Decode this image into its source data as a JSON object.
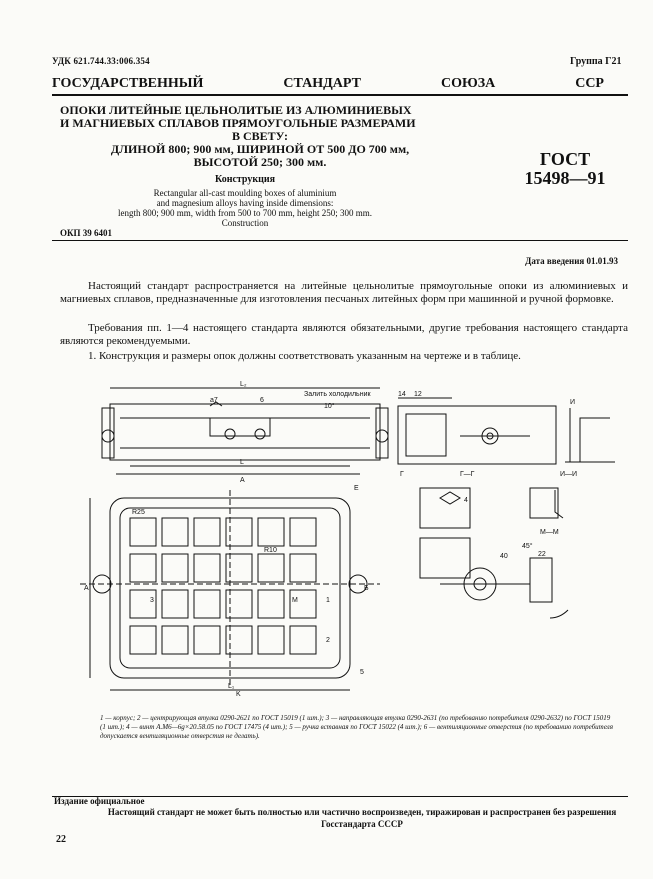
{
  "header": {
    "udk": "УДК 621.744.33:006.354",
    "group": "Группа Г21",
    "state_standard_words": [
      "ГОСУДАРСТВЕННЫЙ",
      "СТАНДАРТ",
      "СОЮЗА",
      "ССР"
    ]
  },
  "title": {
    "lines": [
      "ОПОКИ ЛИТЕЙНЫЕ ЦЕЛЬНОЛИТЫЕ ИЗ АЛЮМИНИЕВЫХ",
      "И МАГНИЕВЫХ СПЛАВОВ ПРЯМОУГОЛЬНЫЕ РАЗМЕРАМИ",
      "В СВЕТУ:",
      "ДЛИНОЙ 800; 900 мм, ШИРИНОЙ ОТ 500 ДО 700 мм,",
      "ВЫСОТОЙ 250; 300 мм."
    ],
    "subtitle": "Конструкция",
    "english_lines": [
      "Rectangular all-cast moulding boxes of aluminium",
      "and magnesium alloys having inside dimensions:",
      "length 800; 900 mm, width from 500 to 700 mm, height 250; 300 mm.",
      "Construction"
    ],
    "gost_label": "ГОСТ",
    "gost_number": "15498—91",
    "okp": "ОКП 39 6401"
  },
  "intro_date": "Дата введения 01.01.93",
  "paragraphs": [
    "Настоящий стандарт распространяется на литейные цельнолитые прямоугольные опоки из алюминиевых и магниевых сплавов, предназначенные для изготовления песчаных литейных форм при машинной и ручной формовке.",
    "Требования пп. 1—4 настоящего стандарта являются обязательными, другие требования настоящего стандарта являются рекомендуемыми.",
    "1. Конструкция и размеры опок должны соответствовать указанным на чертеже и в таблице."
  ],
  "drawing": {
    "labels": {
      "chill": "Залить холодильник",
      "section_gg": "Г—Г",
      "section_ii": "И—И",
      "section_mm": "М—М",
      "L2": "L₂",
      "L": "L",
      "A": "A",
      "L1": "L₁",
      "K": "K",
      "E": "E",
      "B": "Б",
      "I": "И",
      "G": "Г",
      "M": "М",
      "Ab": "А",
      "R25": "R25",
      "R10": "R10",
      "a7": "а7",
      "n6": "6",
      "n5": "5",
      "n4": "4",
      "n1": "1",
      "n2": "2",
      "n3": "3",
      "n10": "10°",
      "n14": "14",
      "n12": "12",
      "n40": "40",
      "n22": "22",
      "n45": "45°"
    }
  },
  "notes": "1 — корпус; 2 — центрирующая втулка 0290-2621 по ГОСТ 15019 (1 шт.); 3 — направляющая втулка 0290-2631 (по требованию потребителя 0290-2632) по ГОСТ 15019 (1 шт.); 4 — винт А.М6—6g×20.58.05 по ГОСТ 17475 (4 шт.); 5 — ручка вставная по ГОСТ 15022 (4 шт.); 6 — вентиляционные отверстия (по требованию потребителя допускается вентиляционные отверстия не делать).",
  "footer": {
    "edition": "Издание официальное",
    "copyright": "Настоящий стандарт не может быть полностью или частично воспроизведен, тиражирован и распространен без разрешения Госстандарта СССР",
    "page": "22"
  }
}
